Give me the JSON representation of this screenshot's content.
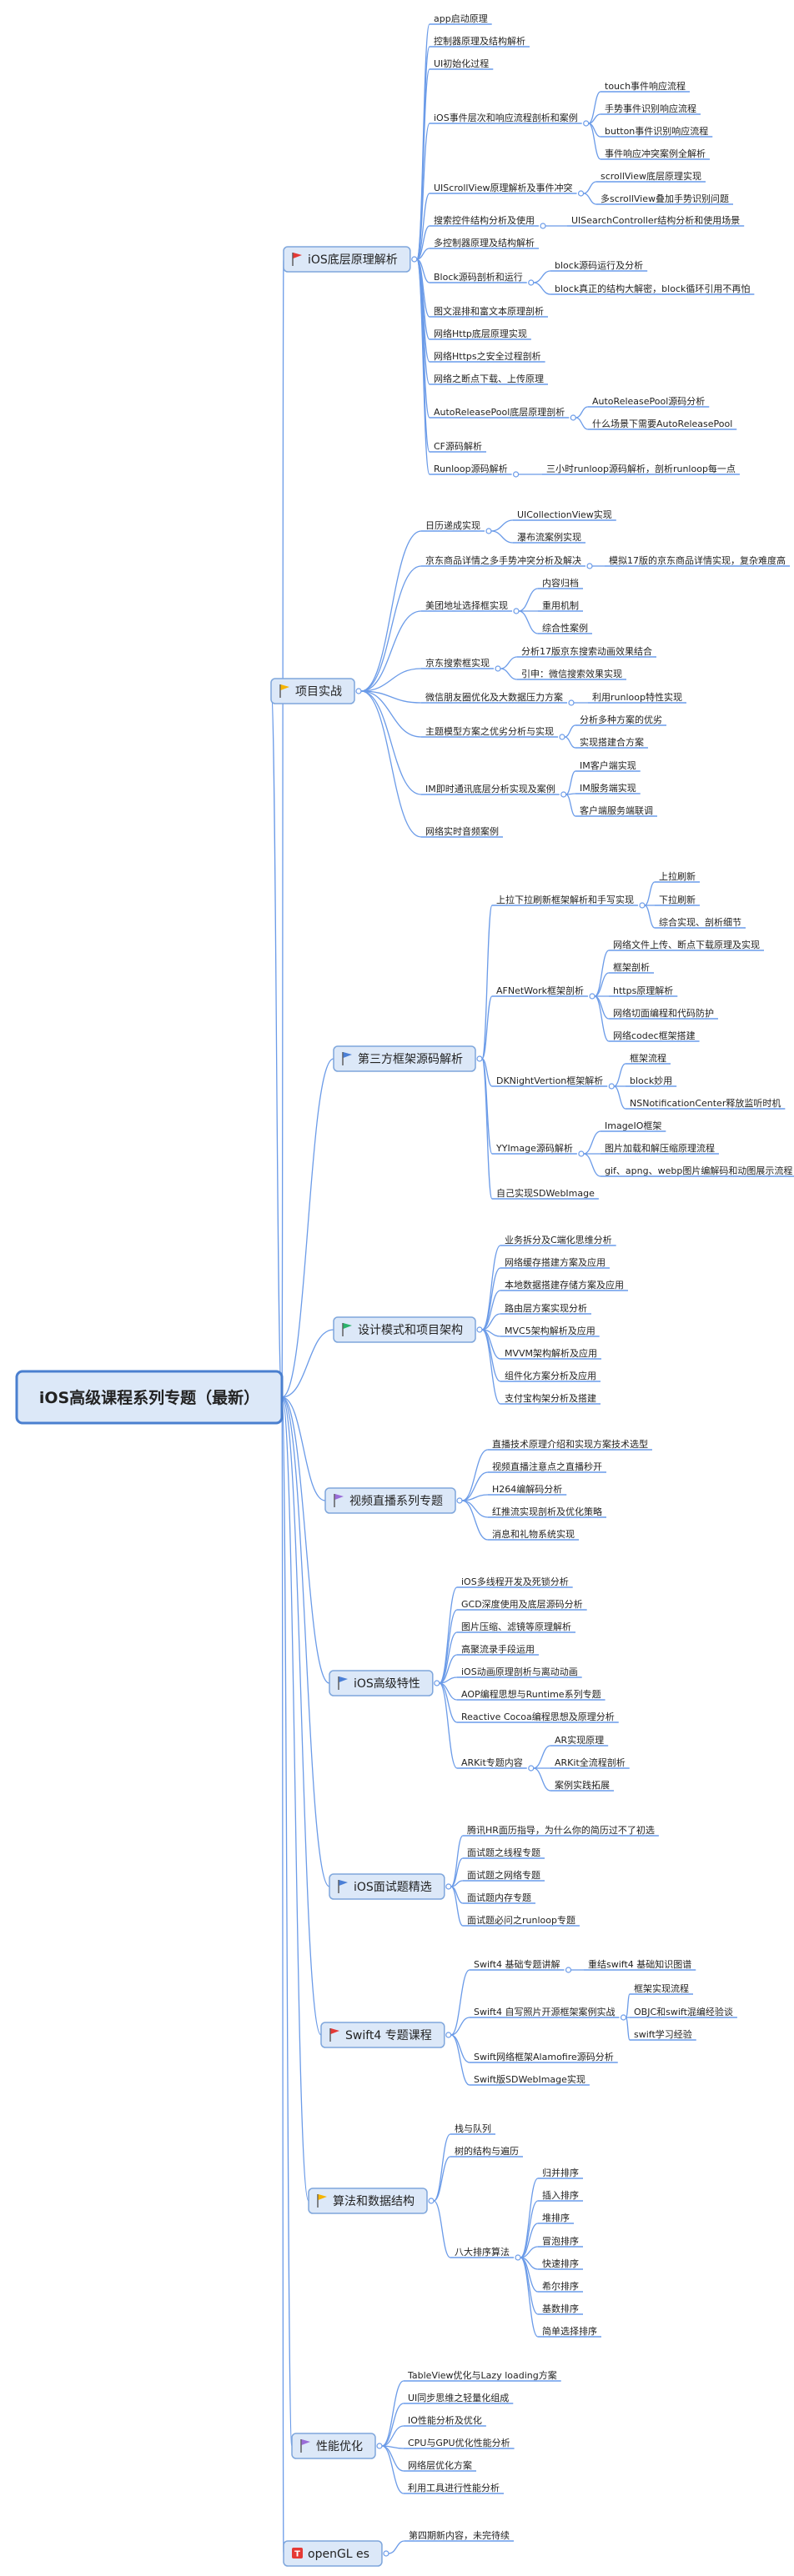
{
  "root": "iOS高级课程系列专题（最新）",
  "colors": {
    "line": "#6b9be8",
    "underline": "#4a86e8",
    "root_fill": "#dce8f8",
    "root_border": "#4a7fcf",
    "topic_fill": "#dce8f8",
    "topic_border": "#7ea6dc",
    "text": "#222222"
  },
  "branches": [
    {
      "label": "iOS底层原理解析",
      "flag": "red",
      "children": [
        {
          "label": "app启动原理"
        },
        {
          "label": "控制器原理及结构解析"
        },
        {
          "label": "UI初始化过程"
        },
        {
          "label": "iOS事件层次和响应流程剖析和案例",
          "children": [
            {
              "label": "touch事件响应流程"
            },
            {
              "label": "手势事件识别响应流程"
            },
            {
              "label": "button事件识别响应流程"
            },
            {
              "label": "事件响应冲突案例全解析"
            }
          ]
        },
        {
          "label": "UIScrollView原理解析及事件冲突",
          "children": [
            {
              "label": "scrollView底层原理实现"
            },
            {
              "label": "多scrollView叠加手势识别问题"
            }
          ]
        },
        {
          "label": "搜索控件结构分析及使用",
          "children": [
            {
              "label": "UISearchController结构分析和使用场景"
            }
          ]
        },
        {
          "label": "多控制器原理及结构解析"
        },
        {
          "label": "Block源码剖析和运行",
          "children": [
            {
              "label": "block源码运行及分析"
            },
            {
              "label": "block真正的结构大解密，block循环引用不再怕"
            }
          ]
        },
        {
          "label": "图文混排和富文本原理剖析"
        },
        {
          "label": "网络Http底层原理实现"
        },
        {
          "label": "网络Https之安全过程剖析"
        },
        {
          "label": "网络之断点下载、上传原理"
        },
        {
          "label": "AutoReleasePool底层原理剖析",
          "children": [
            {
              "label": "AutoReleasePool源码分析"
            },
            {
              "label": "什么场景下需要AutoReleasePool"
            }
          ]
        },
        {
          "label": "CF源码解析"
        },
        {
          "label": "Runloop源码解析",
          "children": [
            {
              "label": "三小时runloop源码解析，剖析runloop每一点"
            }
          ]
        }
      ]
    },
    {
      "label": "项目实战",
      "flag": "yellow",
      "children": [
        {
          "label": "日历递成实现",
          "children": [
            {
              "label": "UICollectionView实现"
            },
            {
              "label": "瀑布流案例实现"
            }
          ]
        },
        {
          "label": "京东商品详情之多手势冲突分析及解决",
          "children": [
            {
              "label": "模拟17版的京东商品详情实现，复杂难度高"
            }
          ]
        },
        {
          "label": "美团地址选择框实现",
          "children": [
            {
              "label": "内容归档"
            },
            {
              "label": "重用机制"
            },
            {
              "label": "综合性案例"
            }
          ]
        },
        {
          "label": "京东搜索框实现",
          "children": [
            {
              "label": "分析17版京东搜索动画效果结合"
            },
            {
              "label": "引申：微信搜索效果实现"
            }
          ]
        },
        {
          "label": "微信朋友圈优化及大数据压力方案",
          "children": [
            {
              "label": "利用runloop特性实现"
            }
          ]
        },
        {
          "label": "主题模型方案之优劣分析与实现",
          "children": [
            {
              "label": "分析多种方案的优劣"
            },
            {
              "label": "实现搭建合方案"
            }
          ]
        },
        {
          "label": "IM即时通讯底层分析实现及案例",
          "children": [
            {
              "label": "IM客户端实现"
            },
            {
              "label": "IM服务端实现"
            },
            {
              "label": "客户端服务端联调"
            }
          ]
        },
        {
          "label": "网络实时音频案例"
        }
      ]
    },
    {
      "label": "第三方框架源码解析",
      "flag": "blue",
      "children": [
        {
          "label": "上拉下拉刷新框架解析和手写实现",
          "children": [
            {
              "label": "上拉刷新"
            },
            {
              "label": "下拉刷新"
            },
            {
              "label": "综合实现、剖析细节"
            }
          ]
        },
        {
          "label": "AFNetWork框架剖析",
          "children": [
            {
              "label": "网络文件上传、断点下载原理及实现"
            },
            {
              "label": "框架剖析"
            },
            {
              "label": "https原理解析"
            },
            {
              "label": "网络切面编程和代码防护"
            },
            {
              "label": "网络codec框架搭建"
            }
          ]
        },
        {
          "label": "DKNightVertion框架解析",
          "children": [
            {
              "label": "框架流程"
            },
            {
              "label": "block妙用"
            },
            {
              "label": "NSNotificationCenter释放监听时机"
            }
          ]
        },
        {
          "label": "YYImage源码解析",
          "children": [
            {
              "label": "ImageIO框架"
            },
            {
              "label": "图片加载和解压缩原理流程"
            },
            {
              "label": "gif、apng、webp图片编解码和动图展示流程"
            }
          ]
        },
        {
          "label": "自己实现SDWebImage"
        }
      ]
    },
    {
      "label": "设计模式和项目架构",
      "flag": "green",
      "children": [
        {
          "label": "业务拆分及C端化思维分析"
        },
        {
          "label": "网络缓存搭建方案及应用"
        },
        {
          "label": "本地数据搭建存储方案及应用"
        },
        {
          "label": "路由层方案实现分析"
        },
        {
          "label": "MVC5架构解析及应用"
        },
        {
          "label": "MVVM架构解析及应用"
        },
        {
          "label": "组件化方案分析及应用"
        },
        {
          "label": "支付宝构架分析及搭建"
        }
      ]
    },
    {
      "label": "视频直播系列专题",
      "flag": "purple",
      "children": [
        {
          "label": "直播技术原理介绍和实现方案技术选型"
        },
        {
          "label": "视频直播注意点之直播秒开"
        },
        {
          "label": "H264编解码分析"
        },
        {
          "label": "红推流实现剖析及优化策略"
        },
        {
          "label": "消息和礼物系统实现"
        }
      ]
    },
    {
      "label": "iOS高级特性",
      "flag": "blue",
      "children": [
        {
          "label": "iOS多线程开发及死锁分析"
        },
        {
          "label": "GCD深度使用及底层源码分析"
        },
        {
          "label": "图片压缩、滤镜等原理解析"
        },
        {
          "label": "高聚流录手段运用"
        },
        {
          "label": "iOS动画原理剖析与离动动画"
        },
        {
          "label": "AOP编程思想与Runtime系列专题"
        },
        {
          "label": "Reactive Cocoa编程思想及原理分析"
        },
        {
          "label": "ARKit专题内容",
          "children": [
            {
              "label": "AR实现原理"
            },
            {
              "label": "ARKit全流程剖析"
            },
            {
              "label": "案例实践拓展"
            }
          ]
        }
      ]
    },
    {
      "label": "iOS面试题精选",
      "flag": "blue",
      "children": [
        {
          "label": "腾讯HR面历指导，为什么你的简历过不了初选"
        },
        {
          "label": "面试题之线程专题"
        },
        {
          "label": "面试题之网络专题"
        },
        {
          "label": "面试题内存专题"
        },
        {
          "label": "面试题必问之runloop专题"
        }
      ]
    },
    {
      "label": "Swift4 专题课程",
      "flag": "red",
      "children": [
        {
          "label": "Swift4 基础专题讲解",
          "children": [
            {
              "label": "重结swift4 基础知识图谱"
            }
          ]
        },
        {
          "label": "Swift4 自写照片开源框架案例实战",
          "children": [
            {
              "label": "框架实现流程"
            },
            {
              "label": "OBJC和swift混编经验谈"
            },
            {
              "label": "swift学习经验"
            }
          ]
        },
        {
          "label": "Swift网络框架Alamofire源码分析"
        },
        {
          "label": "Swift版SDWebImage实现"
        }
      ]
    },
    {
      "label": "算法和数据结构",
      "flag": "yellow",
      "children": [
        {
          "label": "栈与队列"
        },
        {
          "label": "树的结构与遍历"
        },
        {
          "label": "八大排序算法",
          "children": [
            {
              "label": "归并排序"
            },
            {
              "label": "插入排序"
            },
            {
              "label": "堆排序"
            },
            {
              "label": "冒泡排序"
            },
            {
              "label": "快速排序"
            },
            {
              "label": "希尔排序"
            },
            {
              "label": "基数排序"
            },
            {
              "label": "简单选择排序"
            }
          ]
        }
      ]
    },
    {
      "label": "性能优化",
      "flag": "purple",
      "children": [
        {
          "label": "TableView优化与Lazy loading方案"
        },
        {
          "label": "UI同步思维之轻量化组成"
        },
        {
          "label": "IO性能分析及优化"
        },
        {
          "label": "CPU与GPU优化性能分析"
        },
        {
          "label": "网络层优化方案"
        },
        {
          "label": "利用工具进行性能分析"
        }
      ]
    },
    {
      "label": "openGL es",
      "flag": "box",
      "children": [
        {
          "label": "第四期新内容，未完待续"
        }
      ]
    }
  ]
}
